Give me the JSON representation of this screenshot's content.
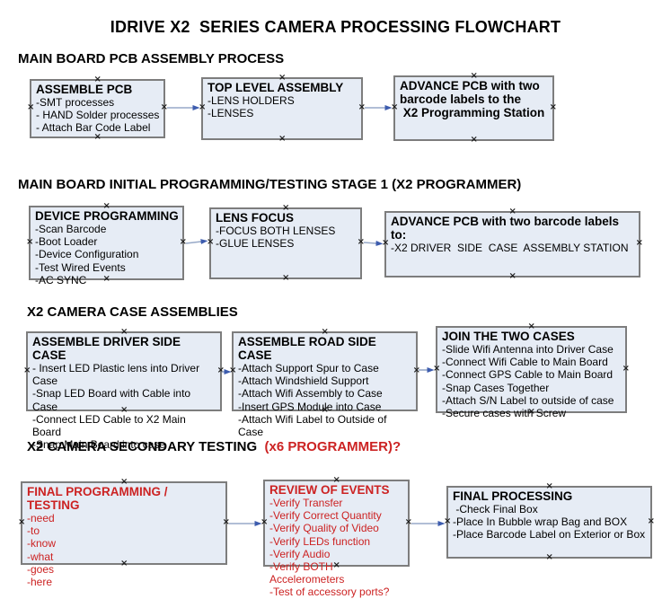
{
  "title": "IDRIVE X2  SERIES CAMERA PROCESSING FLOWCHART",
  "handle_glyph": "×",
  "colors": {
    "box_fill": "#e6ecf5",
    "box_border": "#7d7d7d",
    "red_text": "#cc2222",
    "arrow_line": "#97a9c8",
    "arrow_head": "#3d5cae"
  },
  "sections": [
    {
      "heading": "MAIN BOARD PCB ASSEMBLY PROCESS",
      "heading_red": "",
      "boxes": [
        {
          "title": "ASSEMBLE PCB",
          "lines": [
            "-SMT processes",
            "- HAND Solder processes",
            "- Attach Bar Code Label"
          ]
        },
        {
          "title": "TOP LEVEL ASSEMBLY",
          "lines": [
            "-LENS HOLDERS",
            "-LENSES"
          ]
        },
        {
          "title": "ADVANCE PCB with two\nbarcode labels to the\n X2 Programming Station",
          "lines": []
        }
      ]
    },
    {
      "heading": "MAIN BOARD INITIAL PROGRAMMING/TESTING STAGE 1 (X2 PROGRAMMER)",
      "heading_red": "",
      "boxes": [
        {
          "title": "DEVICE PROGRAMMING",
          "lines": [
            "-Scan Barcode",
            "-Boot Loader",
            "-Device Configuration",
            "-Test Wired Events",
            "-AC SYNC"
          ]
        },
        {
          "title": "LENS FOCUS",
          "lines": [
            "-FOCUS BOTH LENSES",
            "-GLUE LENSES"
          ]
        },
        {
          "title": "ADVANCE PCB with two barcode labels to:",
          "lines": [
            "-X2 DRIVER  SIDE  CASE  ASSEMBLY STATION"
          ]
        }
      ]
    },
    {
      "heading": "X2 CAMERA CASE ASSEMBLIES",
      "heading_red": "",
      "boxes": [
        {
          "title": "ASSEMBLE DRIVER SIDE CASE",
          "lines": [
            "- Insert LED Plastic lens into Driver Case",
            "-Snap LED Board with Cable into Case",
            "-Connect LED Cable to X2 Main Board",
            "-Snap Main Board into case"
          ]
        },
        {
          "title": "ASSEMBLE ROAD SIDE CASE",
          "lines": [
            "-Attach Support Spur to Case",
            "-Attach Windshield Support",
            "-Attach Wifi Assembly to Case",
            "-Insert GPS Module into Case",
            "-Attach Wifi Label to Outside of Case"
          ]
        },
        {
          "title": "JOIN THE TWO CASES",
          "lines": [
            "-Slide Wifi Antenna into Driver Case",
            "-Connect Wifi Cable to Main Board",
            "-Connect GPS Cable to Main Board",
            "-Snap Cases Together",
            "-Attach S/N Label to outside of case",
            "-Secure cases with Screw"
          ]
        }
      ]
    },
    {
      "heading": "X2 CAMERA SECONDARY TESTING ",
      "heading_red": " (x6 PROGRAMMER)?",
      "boxes": [
        {
          "title": "FINAL PROGRAMMING / TESTING",
          "lines": [
            "-need",
            "-to",
            "-know",
            "-what",
            "-goes",
            "-here"
          ]
        },
        {
          "title": "REVIEW OF EVENTS",
          "lines": [
            "-Verify Transfer",
            "-Verify Correct Quantity",
            "-Verify Quality of Video",
            "-Verify LEDs function",
            "-Verify Audio",
            "-Verify BOTH Accelerometers",
            "-Test of accessory ports?"
          ]
        },
        {
          "title": "FINAL PROCESSING",
          "lines": [
            " -Check Final Box",
            "-Place In Bubble wrap Bag and BOX",
            "-Place Barcode Label on Exterior or Box"
          ]
        }
      ]
    }
  ]
}
